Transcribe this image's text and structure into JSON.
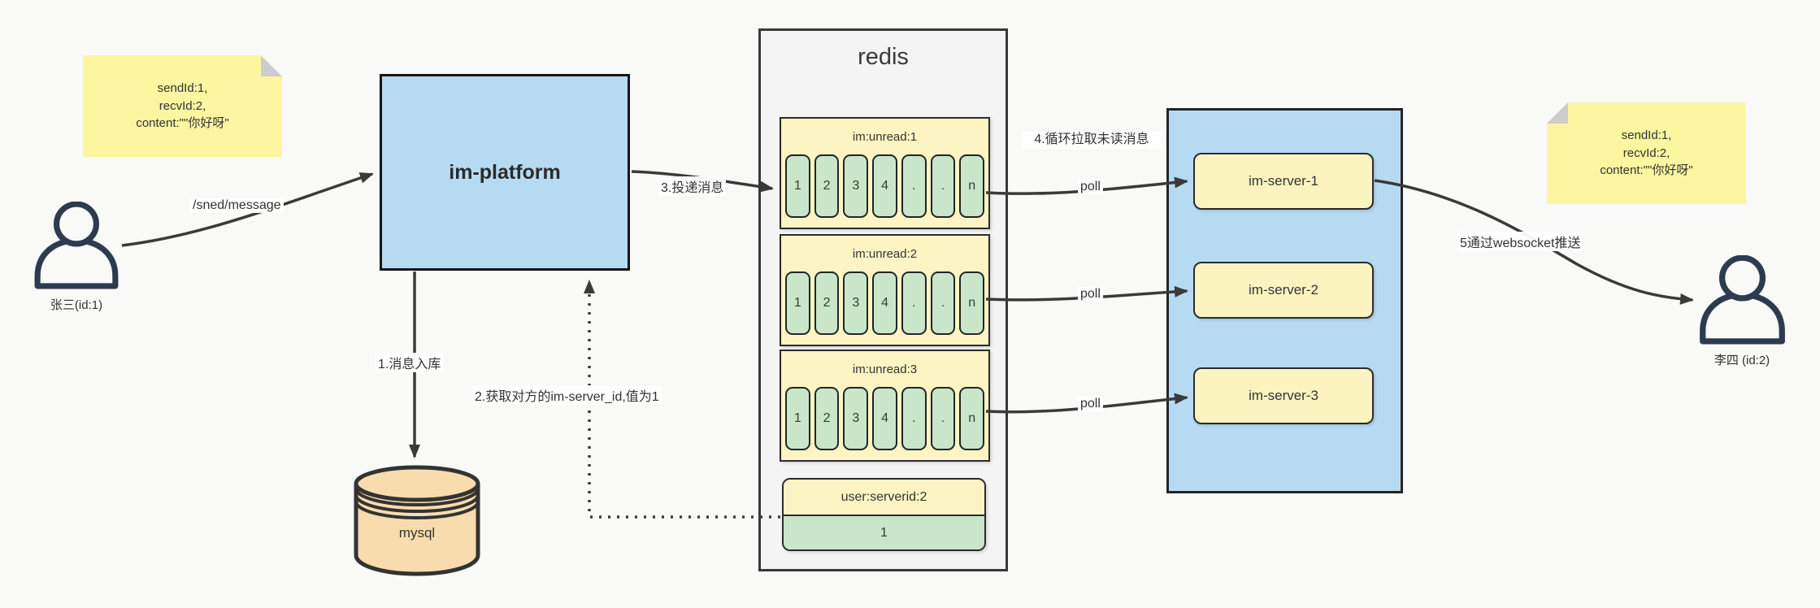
{
  "notes": {
    "left": {
      "line1": "sendId:1,",
      "line2": "recvId:2,",
      "line3": "content:\"\"你好呀\""
    },
    "right": {
      "line1": "sendId:1,",
      "line2": "recvId:2,",
      "line3": "content:\"\"你好呀\""
    }
  },
  "actors": {
    "sender": {
      "name": "张三(id:1)"
    },
    "receiver": {
      "name": "李四 (id:2)"
    }
  },
  "platform": {
    "title": "im-platform"
  },
  "mysql": {
    "title": "mysql"
  },
  "redis": {
    "title": "redis",
    "rows": [
      {
        "header": "im:unread:1",
        "cells": [
          "1",
          "2",
          "3",
          "4",
          ".",
          ".",
          "n"
        ]
      },
      {
        "header": "im:unread:2",
        "cells": [
          "1",
          "2",
          "3",
          "4",
          ".",
          ".",
          "n"
        ]
      },
      {
        "header": "im:unread:3",
        "cells": [
          "1",
          "2",
          "3",
          "4",
          ".",
          ".",
          "n"
        ]
      }
    ],
    "mapping": {
      "header": "user:serverid:2",
      "value": "1"
    }
  },
  "servers": {
    "items": [
      {
        "label": "im-server-1"
      },
      {
        "label": "im-server-2"
      },
      {
        "label": "im-server-3"
      }
    ]
  },
  "edges": {
    "send": "/sned/message",
    "step1": "1.消息入库",
    "step2": "2.获取对方的im-server_id,值为1",
    "step3": "3.投递消息",
    "step4": "4.循环拉取未读消息",
    "poll1": "poll",
    "poll2": "poll",
    "poll3": "poll",
    "step5": "5通过websocket推送"
  },
  "colors": {
    "note_yellow": "#fbf69f",
    "node_blue": "#b7daf3",
    "header_yellow": "#fcf5c3",
    "cell_green": "#c9e6ca",
    "mysql_orange": "#f9dcae",
    "line_dark": "#3a3a3a"
  }
}
